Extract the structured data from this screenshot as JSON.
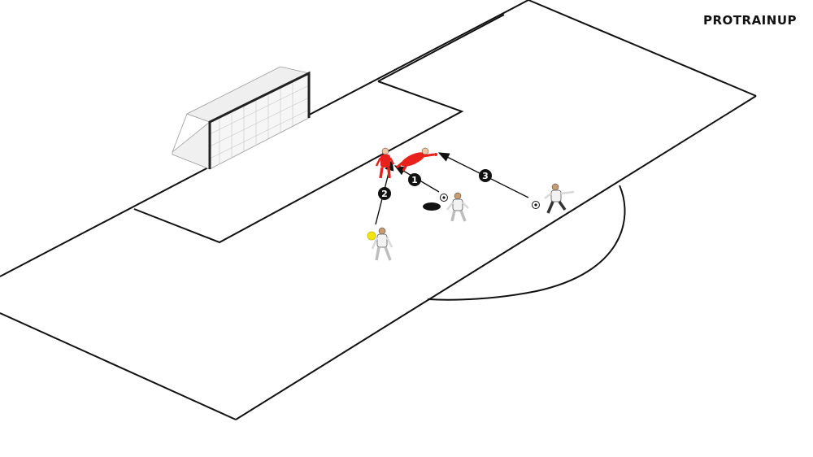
{
  "brand": {
    "logo_text": "PROTRAINUP"
  },
  "diagram": {
    "steps": [
      {
        "number": "1"
      },
      {
        "number": "2"
      },
      {
        "number": "3"
      }
    ],
    "players": [
      {
        "team": "red",
        "role": "goalkeeper-diving"
      },
      {
        "team": "red",
        "role": "defender-standing"
      },
      {
        "team": "white",
        "role": "striker-receiving"
      },
      {
        "team": "white",
        "role": "player-with-yellow-marker"
      },
      {
        "team": "white",
        "role": "player-shooting"
      }
    ],
    "colors": {
      "red_team": "#e8211c",
      "white_team": "#f2f2f2",
      "lines": "#111111",
      "marker": "#f4e60a",
      "background": "#ffffff"
    }
  }
}
